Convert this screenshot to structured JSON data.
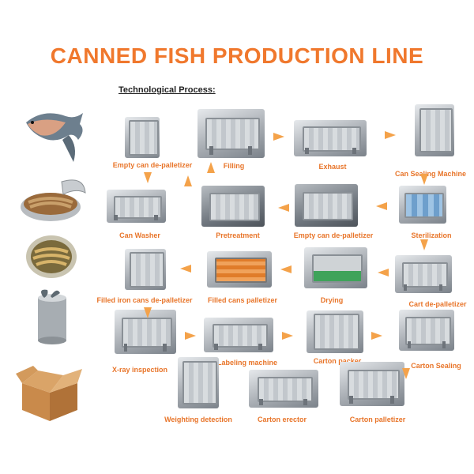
{
  "title": "CANNED FISH PRODUCTION LINE",
  "subtitle": "Technological Process:",
  "colors": {
    "title": "#f0782d",
    "label": "#e8752a",
    "arrow": "#f4a24a",
    "subtitle": "#222222"
  },
  "side_images": [
    "fish-icon",
    "open-sardine-can-icon",
    "fish-in-can-icon",
    "empty-tin-can-icon",
    "cardboard-box-icon"
  ],
  "steps": [
    {
      "id": "empty-can-depalletizer-1",
      "label": "Empty can de-palletizer"
    },
    {
      "id": "filling",
      "label": "Filling"
    },
    {
      "id": "exhaust",
      "label": "Exhaust"
    },
    {
      "id": "can-sealing",
      "label": "Can Sealing Machine"
    },
    {
      "id": "can-washer",
      "label": "Can Washer"
    },
    {
      "id": "pretreatment",
      "label": "Pretreatment"
    },
    {
      "id": "empty-can-depalletizer-2",
      "label": "Empty can de-palletizer"
    },
    {
      "id": "sterilization",
      "label": "Sterilization"
    },
    {
      "id": "filled-iron-cans-depalletizer",
      "label": "Filled iron cans de-palletizer"
    },
    {
      "id": "filled-cans-palletizer",
      "label": "Filled cans palletizer"
    },
    {
      "id": "drying",
      "label": "Drying"
    },
    {
      "id": "cart-depalletizer",
      "label": "Cart de-palletizer"
    },
    {
      "id": "x-ray-inspection",
      "label": "X-ray inspection"
    },
    {
      "id": "labeling-machine",
      "label": "Labeling machine"
    },
    {
      "id": "carton-packer",
      "label": "Carton packer"
    },
    {
      "id": "carton-sealing",
      "label": "Carton Sealing"
    },
    {
      "id": "weighting-detection",
      "label": "Weighting detection"
    },
    {
      "id": "carton-erector",
      "label": "Carton erector"
    },
    {
      "id": "carton-palletizer",
      "label": "Carton palletizer"
    }
  ]
}
